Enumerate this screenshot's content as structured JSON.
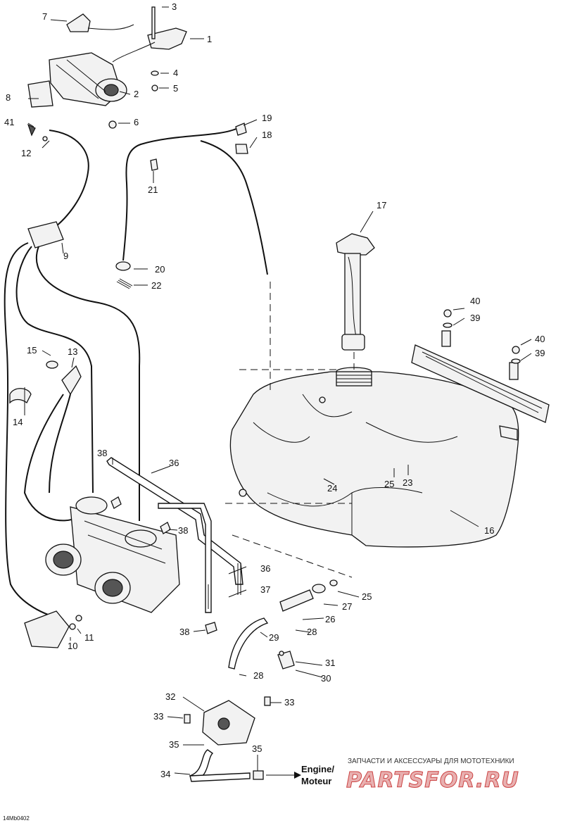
{
  "diagram": {
    "callouts": [
      "1",
      "2",
      "3",
      "4",
      "5",
      "6",
      "7",
      "8",
      "9",
      "10",
      "11",
      "12",
      "13",
      "14",
      "15",
      "16",
      "17",
      "18",
      "19",
      "20",
      "21",
      "22",
      "23",
      "24",
      "25",
      "25",
      "26",
      "27",
      "28",
      "28",
      "29",
      "30",
      "31",
      "32",
      "33",
      "33",
      "34",
      "35",
      "35",
      "36",
      "36",
      "37",
      "38",
      "38",
      "38",
      "39",
      "39",
      "40",
      "40",
      "41"
    ],
    "destination": {
      "line1": "Engine/",
      "line2": "Moteur"
    },
    "figure_code": "14Mb0402",
    "watermark": {
      "caption": "ЗАПЧАСТИ И АКСЕССУАРЫ ДЛЯ МОТОТЕХНИКИ",
      "logo": "PARTSFOR.RU"
    }
  }
}
